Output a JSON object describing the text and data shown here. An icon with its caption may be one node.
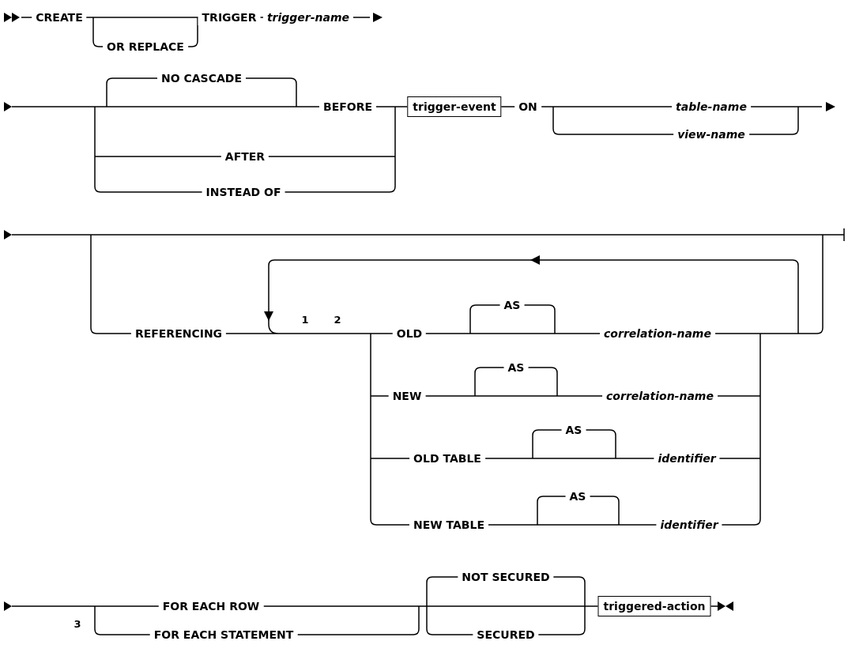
{
  "diagram": {
    "nodes": [
      {
        "text": [
          "trigger-event"
        ]
      },
      {
        "text": [
          "triggered-action"
        ]
      }
    ],
    "labels": [
      "CREATE",
      "TRIGGER",
      "trigger-name",
      "OR REPLACE",
      "NO CASCADE",
      "BEFORE",
      "ON",
      "table-name",
      "view-name",
      "AFTER",
      "INSTEAD OF",
      "1",
      "2",
      "REFERENCING",
      "AS",
      "OLD",
      "correlation-name",
      "AS",
      "NEW",
      "correlation-name",
      "AS",
      "OLD TABLE",
      "identifier",
      "AS",
      "NEW TABLE",
      "identifier",
      "NOT SECURED",
      "FOR EACH ROW",
      "3",
      "FOR EACH STATEMENT",
      "SECURED"
    ]
  }
}
